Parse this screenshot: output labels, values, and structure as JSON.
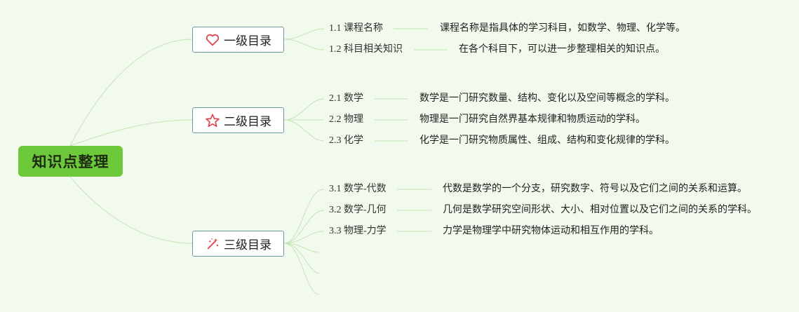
{
  "root": {
    "label": "知识点整理"
  },
  "branches": [
    {
      "label": "一级目录",
      "icon": "heart-icon",
      "items": [
        {
          "label": "1.1 课程名称",
          "desc": "课程名称是指具体的学习科目，如数学、物理、化学等。"
        },
        {
          "label": "1.2 科目相关知识",
          "desc": "在各个科目下，可以进一步整理相关的知识点。"
        }
      ]
    },
    {
      "label": "二级目录",
      "icon": "star-icon",
      "items": [
        {
          "label": "2.1 数学",
          "desc": "数学是一门研究数量、结构、变化以及空间等概念的学科。"
        },
        {
          "label": "2.2 物理",
          "desc": "物理是一门研究自然界基本规律和物质运动的学科。"
        },
        {
          "label": "2.3 化学",
          "desc": "化学是一门研究物质属性、组成、结构和变化规律的学科。"
        }
      ]
    },
    {
      "label": "三级目录",
      "icon": "magic-wand-icon",
      "items": [
        {
          "label": "3.1 数学-代数",
          "desc": "代数是数学的一个分支，研究数字、符号以及它们之间的关系和运算。"
        },
        {
          "label": "3.2 数学-几何",
          "desc": "几何是数学研究空间形状、大小、相对位置以及它们之间的关系的学科。"
        },
        {
          "label": "3.3 物理-力学",
          "desc": "力学是物理学中研究物体运动和相互作用的学科。"
        }
      ]
    }
  ],
  "colors": {
    "background": "#f1faec",
    "root": "#6dc93a",
    "line": "#c2e4b4",
    "icon_red": "#e0454f"
  }
}
